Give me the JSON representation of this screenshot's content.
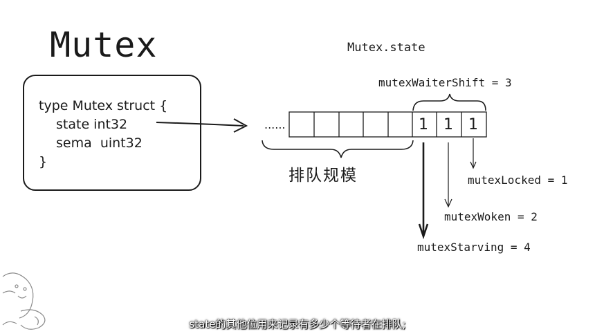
{
  "title": "Mutex",
  "code": {
    "line1": "type Mutex struct {",
    "line2": "state int32",
    "line3": "sema  uint32",
    "line4": "}"
  },
  "diagram": {
    "state_title": "Mutex.state",
    "ellipsis": "......",
    "bits": [
      "1",
      "1",
      "1"
    ],
    "shift_label": "mutexWaiterShift = 3",
    "queue_label": "排队规模",
    "locked_label": "mutexLocked = 1",
    "woken_label": "mutexWoken = 2",
    "starving_label": "mutexStarving = 4"
  },
  "subtitle": "state的其他位用来记录有多少个等待者在排队;"
}
